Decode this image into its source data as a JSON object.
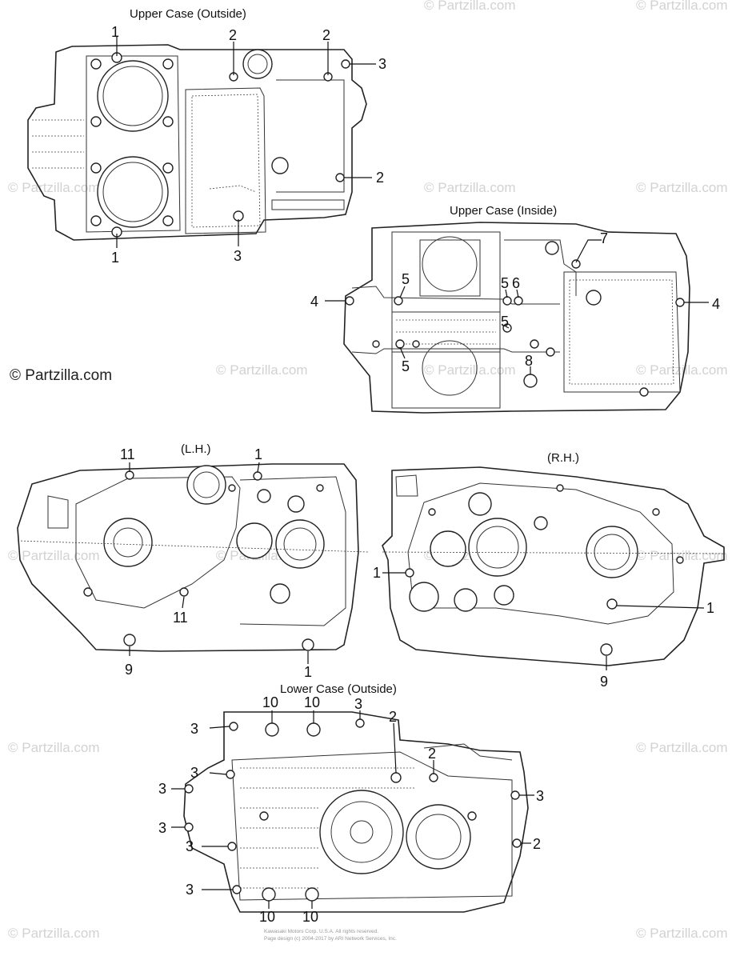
{
  "titles": {
    "upper_outside": "Upper Case (Outside)",
    "upper_inside": "Upper Case (Inside)",
    "lh": "(L.H.)",
    "rh": "(R.H.)",
    "lower_outside": "Lower Case (Outside)"
  },
  "watermark": "© Partzilla.com",
  "watermark_main": "© Partzilla.com",
  "copyright": [
    "Kawasaki Motors Corp. U.S.A. All rights reserved.",
    "Page design (c) 2004-2017 by ARI Network Services, Inc."
  ],
  "callouts": {
    "uo_1_top": "1",
    "uo_2_a": "2",
    "uo_2_b": "2",
    "uo_3_a": "3",
    "uo_2_c": "2",
    "uo_1_bot": "1",
    "uo_3_bot": "3",
    "ui_7": "7",
    "ui_4_left": "4",
    "ui_4_right": "4",
    "ui_5_a": "5",
    "ui_5_b": "5",
    "ui_6": "6",
    "ui_5_c": "5",
    "ui_5_d": "5",
    "ui_8": "8",
    "lh_11_top": "11",
    "lh_1_top": "1",
    "lh_11_bot": "11",
    "lh_9": "9",
    "lh_1_bot": "1",
    "rh_1_left": "1",
    "rh_1_right": "1",
    "rh_9": "9",
    "lo_10_a": "10",
    "lo_10_b": "10",
    "lo_3_top": "3",
    "lo_2_a": "2",
    "lo_3_l1": "3",
    "lo_2_b": "2",
    "lo_3_l2": "3",
    "lo_3_l3": "3",
    "lo_3_r": "3",
    "lo_3_l4": "3",
    "lo_2_r": "2",
    "lo_3_l5": "3",
    "lo_3_l6": "3",
    "lo_10_c": "10",
    "lo_10_d": "10"
  }
}
